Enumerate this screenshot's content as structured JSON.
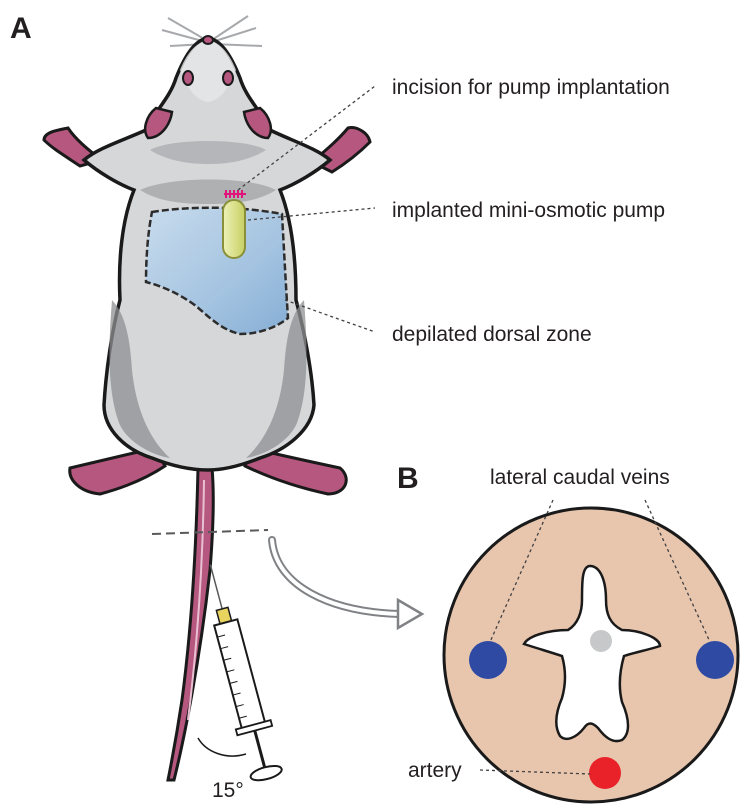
{
  "panels": {
    "a": {
      "letter": "A"
    },
    "b": {
      "letter": "B"
    }
  },
  "callouts": {
    "incision": "incision for pump implantation",
    "pump": "implanted mini-osmotic pump",
    "depilated": "depilated dorsal zone",
    "veins": "lateral caudal veins",
    "artery": "artery"
  },
  "injection": {
    "angle_label": "15°"
  },
  "colors": {
    "body_fur": "#d6d7d9",
    "fur_shadow": "#8e8f92",
    "skin_pink": "#b5577e",
    "depilated_zone": "#a9c9e6",
    "pump": "#d7df86",
    "incision_mark": "#e0147a",
    "tail_section": "#e8c6ae",
    "vein_blue": "#2e4aa3",
    "artery_red": "#e82228",
    "central_vessel_gray": "#c7c8ca",
    "outline": "#1a1a1a"
  }
}
